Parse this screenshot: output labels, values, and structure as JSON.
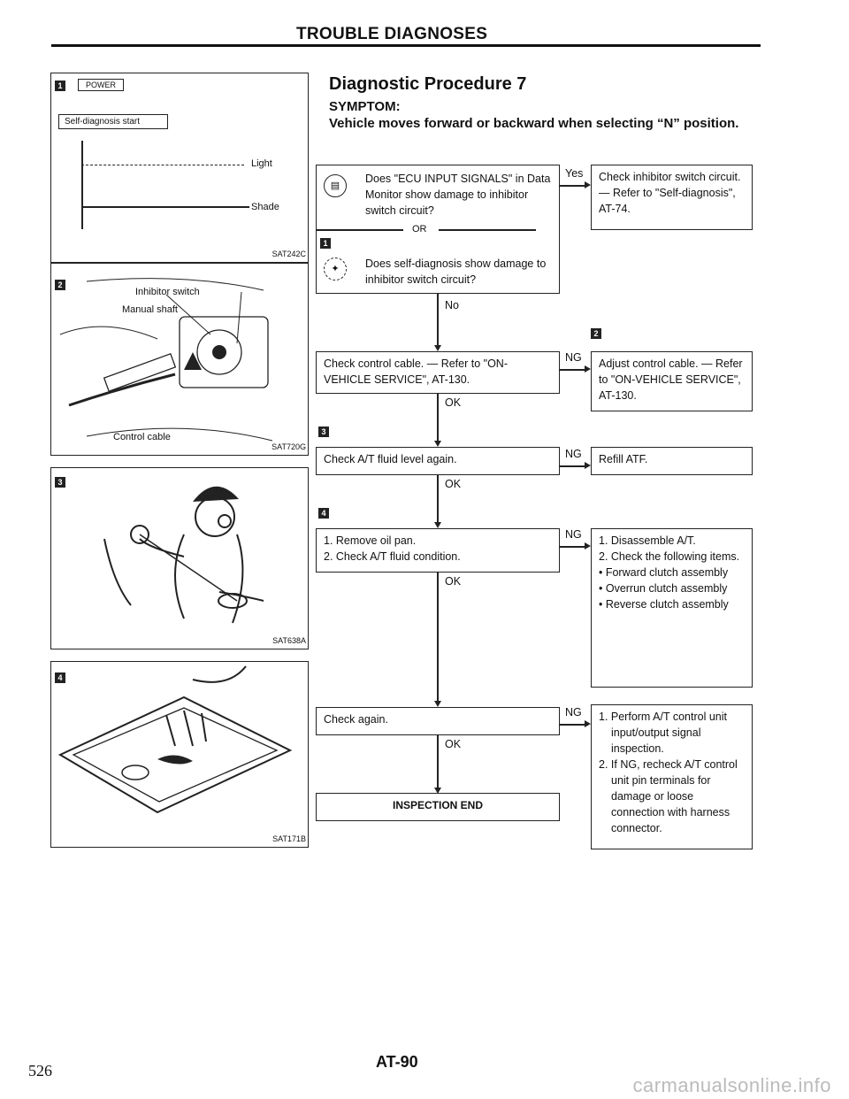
{
  "header": {
    "title": "TROUBLE DIAGNOSES"
  },
  "procedure": {
    "title": "Diagnostic Procedure 7",
    "symptom_label": "SYMPTOM:",
    "symptom_text": "Vehicle moves forward or backward when selecting “N” position."
  },
  "left_panels": {
    "p1": {
      "badge": "1",
      "power": "POWER",
      "self_diag": "Self-diagnosis start",
      "light": "Light",
      "shade": "Shade",
      "code": "SAT242C"
    },
    "p2": {
      "badge": "2",
      "inhibitor": "Inhibitor switch",
      "manual": "Manual shaft",
      "control": "Control cable",
      "code": "SAT720G"
    },
    "p3": {
      "badge": "3",
      "code": "SAT638A"
    },
    "p4": {
      "badge": "4",
      "code": "SAT171B"
    }
  },
  "flow": {
    "step1": {
      "q1": "Does \"ECU INPUT SIGNALS\" in Data Monitor show damage to inhibitor switch circuit?",
      "or": "OR",
      "badge": "1",
      "q2": "Does self-diagnosis show damage to inhibitor switch circuit?",
      "yes": "Yes",
      "no": "No",
      "result": "Check inhibitor switch circuit. — Refer to \"Self-diagnosis\", AT-74."
    },
    "step2": {
      "badge": "2",
      "text": "Check control cable. — Refer to \"ON-VEHICLE SERVICE\", AT-130.",
      "ng": "NG",
      "ok": "OK",
      "result": "Adjust control cable. — Refer to \"ON-VEHICLE SERVICE\", AT-130."
    },
    "step3": {
      "badge": "3",
      "text": "Check A/T fluid level again.",
      "ng": "NG",
      "ok": "OK",
      "result": "Refill ATF."
    },
    "step4": {
      "badge": "4",
      "line1": "1. Remove oil pan.",
      "line2": "2. Check A/T fluid condition.",
      "ng": "NG",
      "ok": "OK",
      "result_lines": [
        "1. Disassemble A/T.",
        "2. Check the following items.",
        "• Forward clutch assembly",
        "• Overrun clutch assembly",
        "• Reverse clutch assembly"
      ]
    },
    "step5": {
      "text": "Check again.",
      "ng": "NG",
      "ok": "OK",
      "result_lines": [
        "1. Perform A/T control unit input/output signal inspection.",
        "2. If NG, recheck A/T control unit pin terminals for damage or loose connection with harness connector."
      ]
    },
    "end": "INSPECTION END"
  },
  "footer": {
    "page_code": "AT-90",
    "page_number": "526",
    "site": "carmanualsonline.info"
  }
}
